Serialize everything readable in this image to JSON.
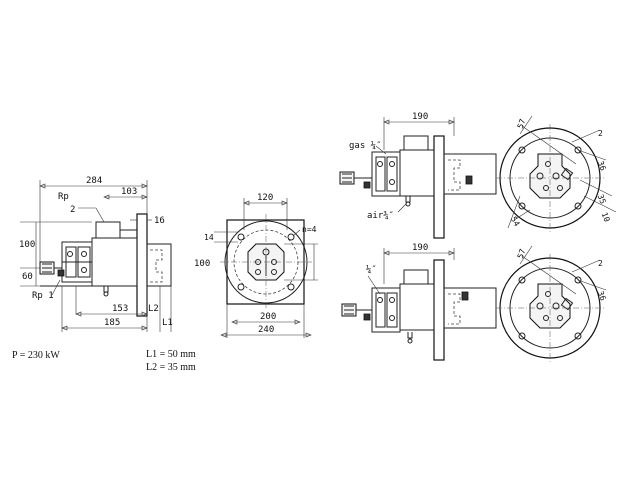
{
  "side_view_left": {
    "dim_top": "284",
    "dim_103": "103",
    "label_rp": "Rp",
    "label_2": "2",
    "dim_16": "16",
    "dim_100": "100",
    "dim_60": "60",
    "label_rp1": "Rp 1",
    "dim_153": "153",
    "dim_185": "185",
    "label_l2": "L2",
    "label_l1": "L1"
  },
  "front_view_left": {
    "dim_120": "120",
    "dim_14": "14",
    "label_n": "n=4",
    "dim_100": "100",
    "dim_200": "200",
    "dim_240": "240"
  },
  "notes": {
    "power": "P = 230 kW",
    "l1": "L1 = 50 mm",
    "l2": "L2 = 35 mm"
  },
  "top_right": {
    "dim_190": "190",
    "label_gas": "gas ¼″",
    "label_air": "air¾″",
    "dim_57": "57",
    "dim_2": "2",
    "dim_36": "36",
    "dim_35": "35",
    "dim_10": "10",
    "dim_54": "54"
  },
  "bottom_right": {
    "dim_190": "190",
    "label_quarter": "¼″",
    "dim_57": "57",
    "dim_2": "2",
    "dim_36": "36"
  }
}
